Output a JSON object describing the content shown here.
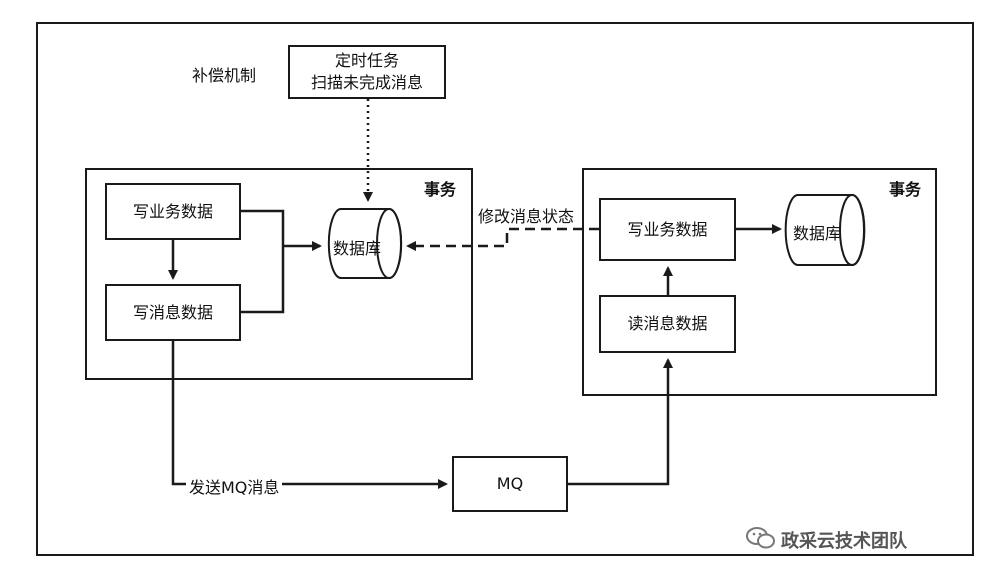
{
  "compensation": {
    "label": "补偿机制",
    "task_line1": "定时任务",
    "task_line2": "扫描未完成消息"
  },
  "producer": {
    "title": "事务",
    "write_business": "写业务数据",
    "write_message": "写消息数据",
    "database": "数据库"
  },
  "consumer": {
    "title": "事务",
    "write_business": "写业务数据",
    "read_message": "读消息数据",
    "database": "数据库"
  },
  "edges": {
    "update_status": "修改消息状态",
    "send_mq": "发送MQ消息"
  },
  "mq": {
    "label": "MQ"
  },
  "watermark": {
    "text": "政采云技术团队",
    "icon": "wechat-icon"
  }
}
